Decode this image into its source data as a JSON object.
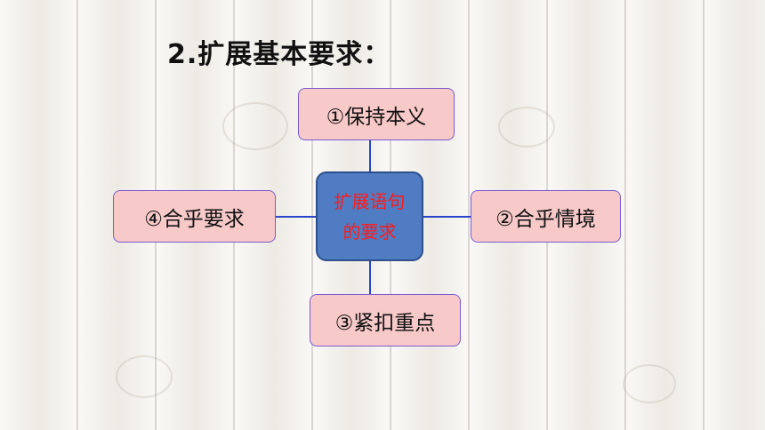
{
  "title": "2.扩展基本要求：",
  "center": {
    "line1": "扩展语句",
    "line2": "的要求"
  },
  "nodes": {
    "top": "①保持本义",
    "right": "②合乎情境",
    "bottom": "③紧扣重点",
    "left": "④合乎要求"
  },
  "colors": {
    "node_fill": "#f8c9c9",
    "node_border": "#7a5ad0",
    "center_fill": "#4f7cc2",
    "center_text": "#ff1a1a",
    "connector": "#2a45c8"
  }
}
